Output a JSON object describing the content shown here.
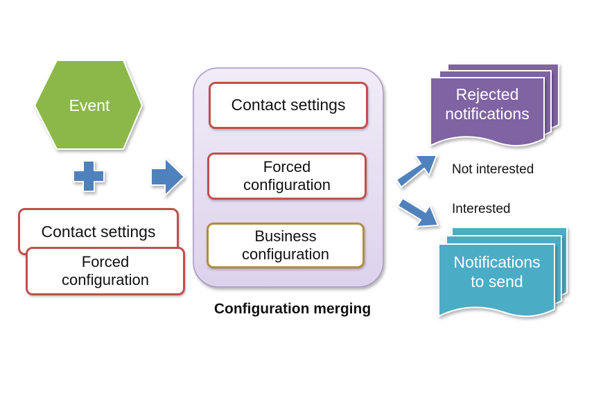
{
  "event": {
    "label": "Event"
  },
  "contact_input": {
    "contact_settings": "Contact settings",
    "forced_line1": "Forced",
    "forced_line2": "configuration"
  },
  "merging": {
    "title": "Configuration merging",
    "contact_settings": "Contact settings",
    "forced_line1": "Forced",
    "forced_line2": "configuration",
    "business_line1": "Business",
    "business_line2": "configuration"
  },
  "outputs": {
    "rejected_line1": "Rejected",
    "rejected_line2": "notifications",
    "not_interested": "Not interested",
    "interested": "Interested",
    "send_line1": "Notifications",
    "send_line2": "to send"
  },
  "colors": {
    "event": "#8cb84a",
    "plus": "#4f81bd",
    "arrow": "#4f81bd",
    "merge_panel": "#e4dcf0",
    "red_border": "#c0504d",
    "gold_border": "#b08d3c",
    "rejected": "#8064a2",
    "send": "#4bacc6"
  },
  "icons": {
    "plus": "plus-icon",
    "arrow_right": "arrow-right-icon",
    "arrow_up_right": "arrow-up-right-icon",
    "arrow_down_right": "arrow-down-right-icon"
  }
}
